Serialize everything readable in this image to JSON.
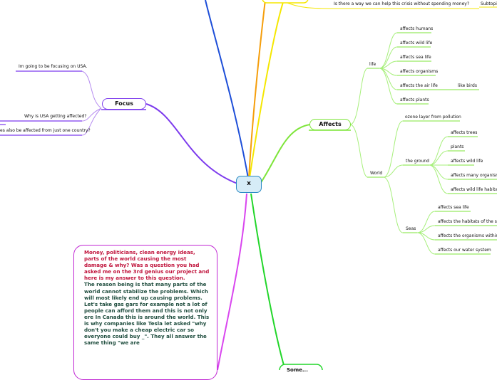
{
  "central": {
    "label": "x"
  },
  "focus": {
    "label": "Focus",
    "items": [
      "Im going to be focusing on USA.",
      "Why is USA getting affected?",
      "es also be affected from just one country?"
    ]
  },
  "top_right": {
    "question": "Is there a way we can help this crisis without spending money?",
    "subtopic": "Subtopi"
  },
  "affects": {
    "label": "Affects",
    "life": {
      "label": "life",
      "items": [
        "affects humans",
        "affects wild life",
        "affects sea life",
        "affects organisms",
        "affects the air life",
        "affects plants"
      ],
      "air_child": "like birds"
    },
    "world": {
      "label": "World",
      "ozone": "ozone layer from pollution",
      "ground": {
        "label": "the ground",
        "items": [
          "affects trees",
          "plants",
          "affects wild life",
          "affects many organisms",
          "affects wild life habitats"
        ]
      },
      "seas": {
        "label": "Seas",
        "items": [
          "affects sea life",
          "affects the habitats of the sea",
          "affects the organisms within t",
          "affects our water system"
        ]
      }
    }
  },
  "note": {
    "question": "Money, politicians, clean energy ideas, parts of the world causing the most damage & why? Was a question you had asked me on the 3rd genius our project and here is my answer to this question.",
    "answer": "The reason being is that many parts of the world cannot stabilize the problems. Which will most likely end up causing problems. Let's take gas gars for example not a lot of people can afford them and this is not only ere In Canada this is around the world. This is why companies like Tesla let asked \"why don't you make a cheap electric car so everyone could buy _\". They all answer the same thing \"we are"
  },
  "bottom_topic": {
    "label": "Some..."
  },
  "colors": {
    "focus": "#7c3aed",
    "affects": "#7ee53a",
    "blue": "#1d4ed8",
    "orange": "#f59e0b",
    "yellow": "#f5e700",
    "magenta": "#d946ef",
    "green": "#22d62a"
  }
}
